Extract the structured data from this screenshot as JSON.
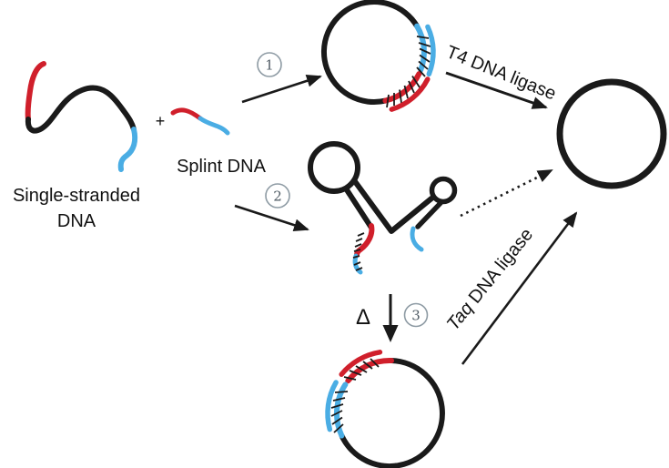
{
  "labels": {
    "ssdna_line1": "Single-stranded",
    "ssdna_line2": "DNA",
    "plus_sign": "+",
    "splint_dna": "Splint DNA",
    "t4_ligase": "T4 DNA ligase",
    "taq_italic": "Taq",
    "taq_rest": " DNA ligase",
    "heat_symbol": "Δ",
    "step_1": "1",
    "step_2": "2",
    "step_3": "3"
  },
  "colors": {
    "strand_black": "#1a1a1a",
    "strand_red": "#d01f2b",
    "strand_blue": "#4aade4",
    "step_circle_stroke": "#8e9ba4",
    "step_digit": "#4e5a63",
    "background": "#ffffff"
  }
}
